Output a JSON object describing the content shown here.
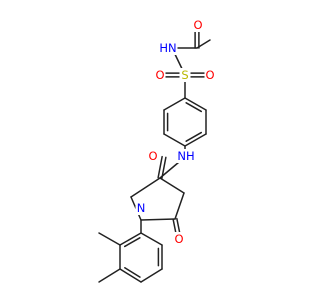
{
  "molecule": {
    "atom_colors": {
      "O": "#ff0000",
      "N": "#0000ff",
      "S": "#b8b800",
      "C": "#222222"
    },
    "labels": [
      {
        "id": "nh_top",
        "text": "HN",
        "element": "N"
      },
      {
        "id": "o_acetyl",
        "text": "O",
        "element": "O"
      },
      {
        "id": "s_sulfonyl",
        "text": "S",
        "element": "S"
      },
      {
        "id": "o_sulfonyl_left",
        "text": "O",
        "element": "O"
      },
      {
        "id": "o_sulfonyl_right",
        "text": "O",
        "element": "O"
      },
      {
        "id": "nh_amide",
        "text": "NH",
        "element": "N"
      },
      {
        "id": "o_amide",
        "text": "O",
        "element": "O"
      },
      {
        "id": "n_ring",
        "text": "N",
        "element": "N"
      },
      {
        "id": "o_lactam",
        "text": "O",
        "element": "O"
      }
    ]
  }
}
